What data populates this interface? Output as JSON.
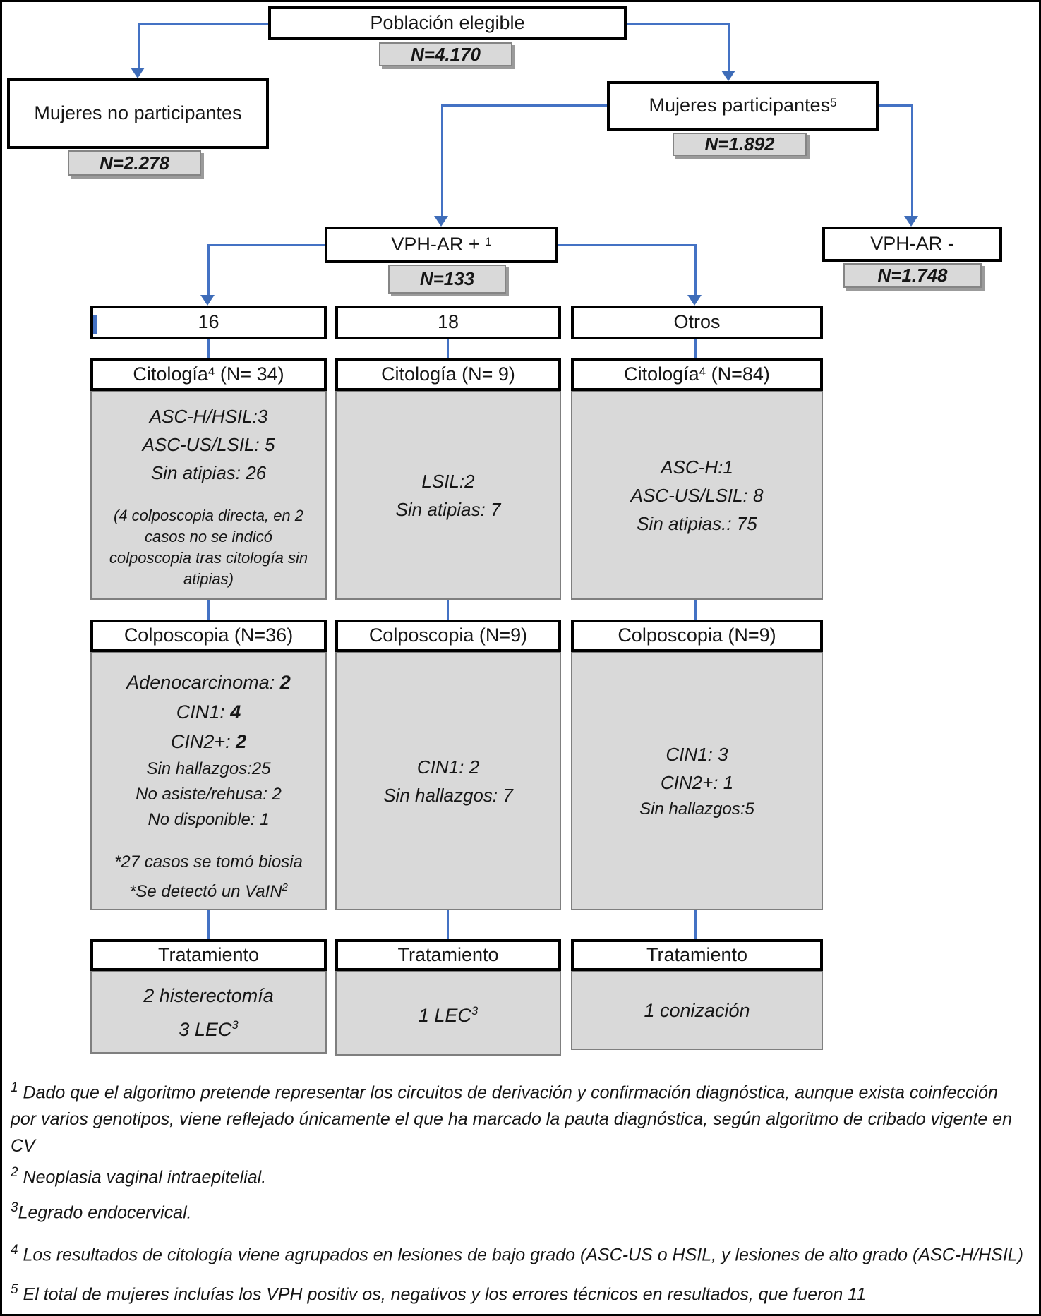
{
  "colors": {
    "line_blue": "#4472C4",
    "arrow_blue": "#3E6CB8",
    "box_fill_gray": "#D9D9D9",
    "box_border_black": "#000000",
    "gray_border": "#7F7F7F"
  },
  "root": {
    "label": "Población elegible",
    "n": "N=4.170"
  },
  "branches": {
    "left": {
      "label": "Mujeres no participantes",
      "n": "N=2.278"
    },
    "right": {
      "label_pre": "Mujeres participantes",
      "label_sup": "5",
      "n": "N=1.892"
    }
  },
  "hpv": {
    "positive": {
      "label_pre": "VPH-AR + ",
      "label_sup": "1",
      "n": "N=133"
    },
    "negative": {
      "label": "VPH-AR -",
      "n": "N=1.748"
    }
  },
  "columns": [
    {
      "genotype": "16",
      "cytology": {
        "title_pre": "Citología",
        "title_sup": "4",
        "title_post": " (N= 34)",
        "lines": [
          "ASC-H/HSIL:3",
          "ASC-US/LSIL: 5",
          "Sin atipias: 26"
        ],
        "note": "(4 colposcopia directa, en 2 casos no se indicó colposcopia tras citología sin atipias)"
      },
      "colposcopy": {
        "title": "Colposcopia (N=36)",
        "bold_lines": [
          {
            "label": "Adenocarcinoma: ",
            "value": "2"
          },
          {
            "label": "CIN1: ",
            "value": "4"
          },
          {
            "label": "CIN2+: ",
            "value": "2"
          }
        ],
        "lines": [
          "Sin hallazgos:25",
          "No asiste/rehusa: 2",
          "No disponible: 1"
        ],
        "note1": "*27 casos se tomó biosia",
        "note2_pre": "*Se detectó un VaIN",
        "note2_sup": "2"
      },
      "treatment": {
        "title": "Tratamiento",
        "line1": "2 histerectomía",
        "line2_pre": "3 LEC",
        "line2_sup": "3"
      }
    },
    {
      "genotype": "18",
      "cytology": {
        "title_pre": "Citología",
        "title_sup": "",
        "title_post": " (N= 9)",
        "lines": [
          "LSIL:2",
          "Sin atipias: 7"
        ]
      },
      "colposcopy": {
        "title": "Colposcopia (N=9)",
        "lines": [
          "CIN1: 2",
          "Sin hallazgos: 7"
        ]
      },
      "treatment": {
        "title": "Tratamiento",
        "line1_pre": "1 LEC",
        "line1_sup": "3"
      }
    },
    {
      "genotype": "Otros",
      "cytology": {
        "title_pre": "Citología",
        "title_sup": "4",
        "title_post": " (N=84)",
        "lines": [
          "ASC-H:1",
          "ASC-US/LSIL: 8",
          "Sin atipias.: 75"
        ]
      },
      "colposcopy": {
        "title": "Colposcopia (N=9)",
        "lines": [
          "CIN1: 3",
          "CIN2+: 1",
          "Sin hallazgos:5"
        ]
      },
      "treatment": {
        "title": "Tratamiento",
        "line1": "1 conización"
      }
    }
  ],
  "footnotes": [
    {
      "sup": "1",
      "lines": [
        "Dado que el algoritmo pretende representar los circuitos de derivación y confirmación diagnóstica, aunque exista coinfección",
        "por varios genotipos, viene reflejado únicamente el que ha marcado la pauta diagnóstica, según algoritmo de cribado vigente en",
        "CV"
      ]
    },
    {
      "sup": "2",
      "lines": [
        "Neoplasia vaginal intraepitelial."
      ]
    },
    {
      "sup": "3",
      "lines": [
        "Legrado endocervical."
      ]
    },
    {
      "sup": "4",
      "lines": [
        "Los resultados de citología viene agrupados en lesiones de bajo grado (ASC-US o HSIL, y lesiones de alto grado (ASC-H/HSIL)"
      ]
    },
    {
      "sup": "5",
      "lines": [
        "El total de mujeres incluías los VPH positiv os, negativos y los errores técnicos en resultados, que fueron 11"
      ]
    }
  ]
}
